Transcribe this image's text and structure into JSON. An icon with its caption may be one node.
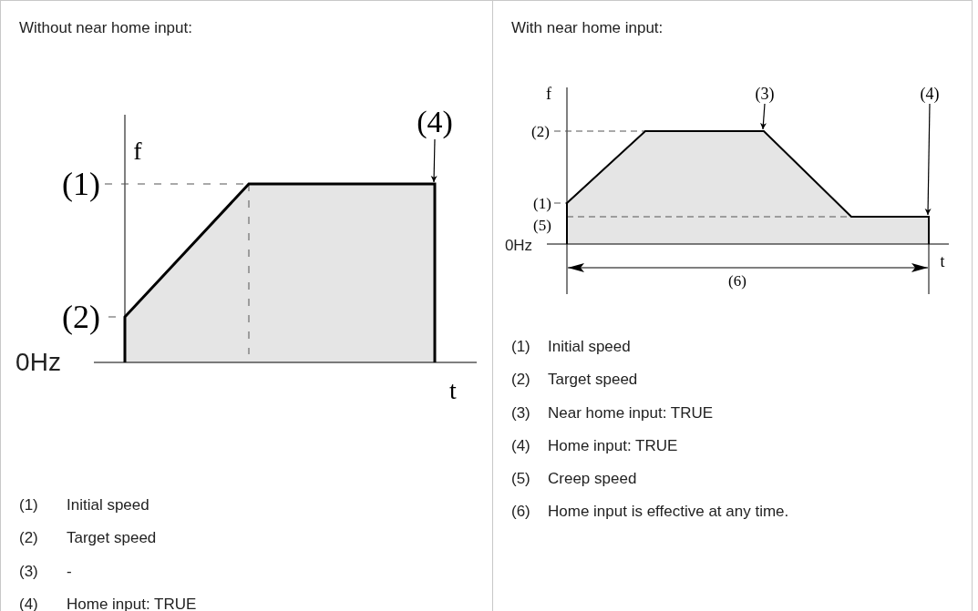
{
  "diagram": {
    "nodes": [
      {
        "text": [
          "Without near home input:"
        ]
      },
      {
        "text": [
          "With near home input:"
        ]
      },
      {
        "text": [
          "(4)"
        ],
        "in": 0
      },
      {
        "text": [
          "(3)"
        ],
        "in": 1
      },
      {
        "text": [
          "(4)"
        ],
        "in": 1
      }
    ],
    "edges": [
      {
        "from": 2,
        "to": null,
        "arrow": "to"
      },
      {
        "from": 3,
        "to": null,
        "arrow": "to"
      },
      {
        "from": 4,
        "to": null,
        "arrow": "to"
      }
    ],
    "labels": [
      "f",
      "(1)",
      "(2)",
      "0Hz",
      "t",
      "(1)",
      "Initial speed",
      "(2)",
      "Target speed",
      "(3)",
      "-",
      "(4)",
      "Home input: TRUE",
      "f",
      "(2)",
      "(1)",
      "(5)",
      "0Hz",
      "t",
      "(6)",
      "(1)",
      "Initial speed",
      "(2)",
      "Target speed",
      "(3)",
      "Near home input: TRUE",
      "(4)",
      "Home input: TRUE",
      "(5)",
      "Creep speed",
      "(6)",
      "Home input is effective at any time."
    ]
  }
}
